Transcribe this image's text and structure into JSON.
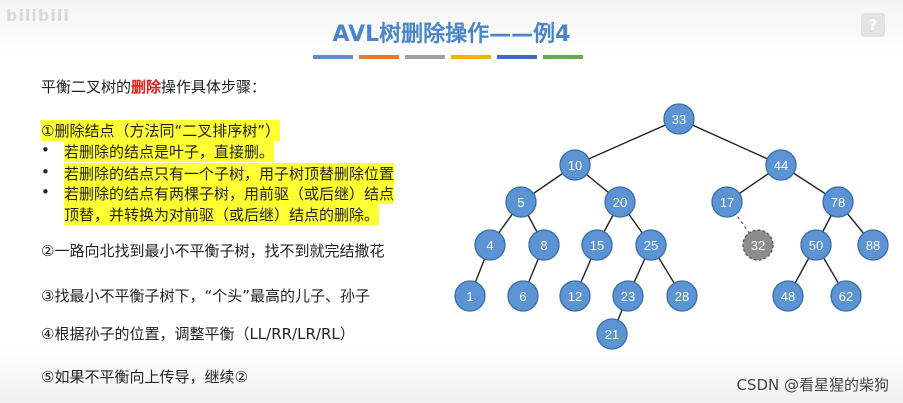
{
  "slide": {
    "title": "AVL树删除操作——例4",
    "watermark": "bilibili",
    "help_symbol": "?",
    "accent_colors": [
      "#5b8fd1",
      "#e07b39",
      "#a0a0a0",
      "#f0b400",
      "#3f6bb8",
      "#6aa84f"
    ]
  },
  "content": {
    "intro_prefix": "平衡二叉树的",
    "intro_red": "删除",
    "intro_suffix": "操作具体步骤：",
    "step1": "①删除结点（方法同“二叉排序树”）",
    "bullet1": "若删除的结点是叶子，直接删。",
    "bullet2": "若删除的结点只有一个子树，用子树顶替删除位置",
    "bullet3a": "若删除的结点有两棵子树，用前驱（或后继）结点",
    "bullet3b": "顶替，并转换为对前驱（或后继）结点的删除。",
    "step2": "②一路向北找到最小不平衡子树，找不到就完结撒花",
    "step3": "③找最小不平衡子树下，“个头”最高的儿子、孙子",
    "step4": "④根据孙子的位置，调整平衡（LL/RR/LR/RL）",
    "step5": "⑤如果不平衡向上传导，继续②",
    "bullet_symbol": "•"
  },
  "tree": {
    "nodes": [
      {
        "id": "n33",
        "label": "33"
      },
      {
        "id": "n10",
        "label": "10"
      },
      {
        "id": "n44",
        "label": "44"
      },
      {
        "id": "n5",
        "label": "5"
      },
      {
        "id": "n20",
        "label": "20"
      },
      {
        "id": "n17",
        "label": "17"
      },
      {
        "id": "n78",
        "label": "78"
      },
      {
        "id": "n4",
        "label": "4"
      },
      {
        "id": "n8",
        "label": "8"
      },
      {
        "id": "n15",
        "label": "15"
      },
      {
        "id": "n25",
        "label": "25"
      },
      {
        "id": "n32",
        "label": "32",
        "deleted": true
      },
      {
        "id": "n50",
        "label": "50"
      },
      {
        "id": "n88",
        "label": "88"
      },
      {
        "id": "n1",
        "label": "1"
      },
      {
        "id": "n6",
        "label": "6"
      },
      {
        "id": "n12",
        "label": "12"
      },
      {
        "id": "n23",
        "label": "23"
      },
      {
        "id": "n28",
        "label": "28"
      },
      {
        "id": "n48",
        "label": "48"
      },
      {
        "id": "n62",
        "label": "62"
      },
      {
        "id": "n21",
        "label": "21"
      }
    ],
    "node_color": "#5b93d3",
    "deleted_color": "#8c8c8c"
  },
  "footer": {
    "credit": "CSDN @看星猩的柴狗"
  }
}
